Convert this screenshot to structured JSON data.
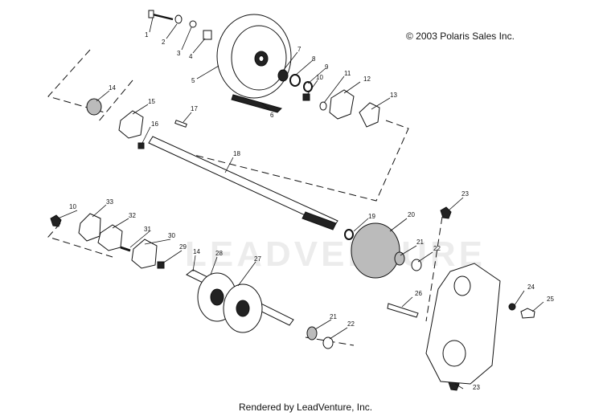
{
  "copyright": "© 2003 Polaris Sales Inc.",
  "footer": "Rendered by LeadVenture, Inc.",
  "watermark": "LEADVENTURE",
  "callouts": [
    "1",
    "2",
    "3",
    "4",
    "5",
    "6",
    "7",
    "8",
    "9",
    "10",
    "11",
    "12",
    "13",
    "14",
    "15",
    "16",
    "17",
    "18",
    "10",
    "33",
    "32",
    "31",
    "30",
    "29",
    "14",
    "28",
    "27",
    "19",
    "20",
    "21",
    "22",
    "23",
    "24",
    "25",
    "26",
    "21",
    "22",
    "23"
  ]
}
